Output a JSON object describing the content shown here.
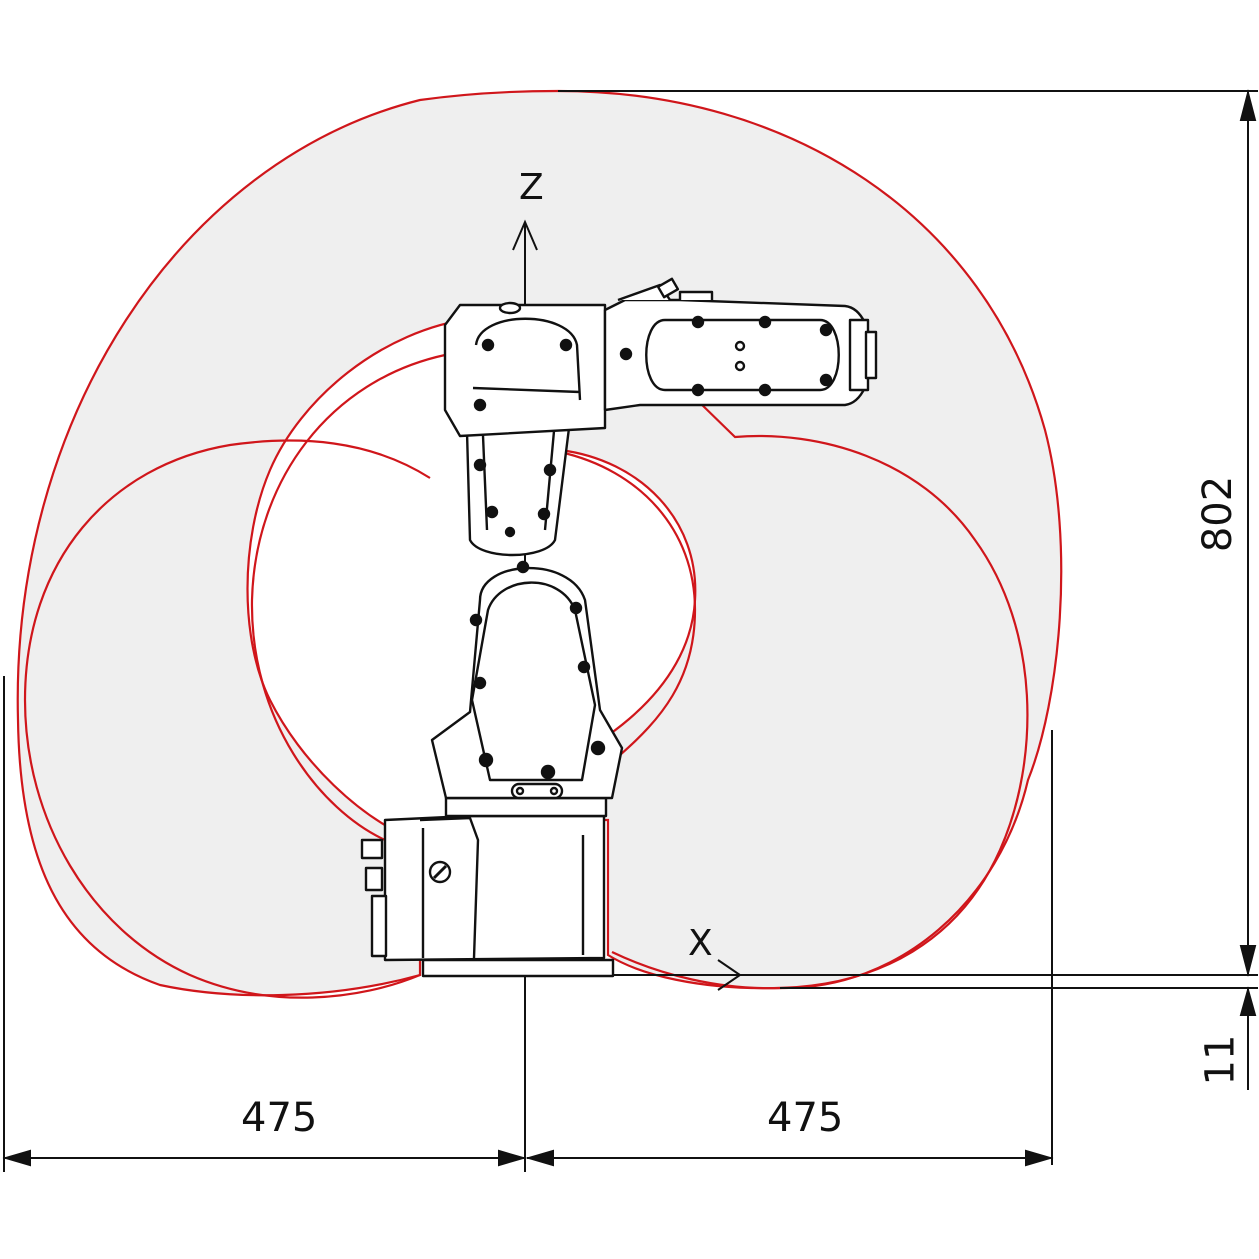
{
  "drawing": {
    "type": "robot working envelope side view",
    "background_color": "#ffffff",
    "envelope_fill_color": "#efefef",
    "envelope_outline_color": "#d0161b",
    "line_color": "#111111"
  },
  "axes": {
    "z_label": "Z",
    "x_label": "X"
  },
  "dimensions": {
    "height_total": "802",
    "base_offset": "11",
    "reach_left": "475",
    "reach_right": "475"
  }
}
